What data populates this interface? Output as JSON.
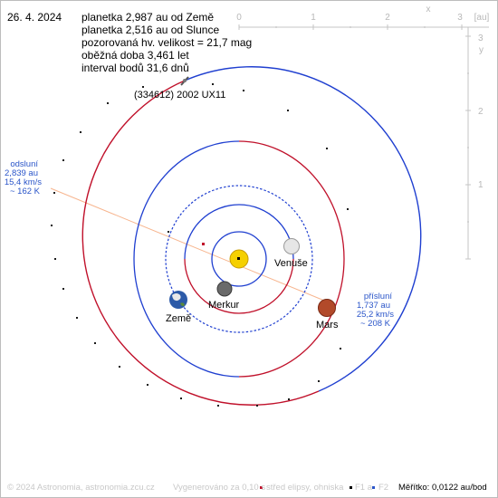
{
  "date": "26. 4. 2024",
  "info": {
    "line1": "planetka 2,987 au od Země",
    "line2": "planetka 2,516 au od Slunce",
    "line3": "pozorovaná hv. velikost = 21,7 mag",
    "line4": "oběžná doba 3,461 let",
    "line5": "interval bodů 31,6 dnů"
  },
  "asteroid_name": "(334612) 2002 UX11",
  "axes": {
    "x_label": "x",
    "unit": "[au]",
    "y_label": "y",
    "x_ticks": [
      "0",
      "1",
      "2",
      "3"
    ],
    "y_ticks": [
      "1",
      "2",
      "3"
    ]
  },
  "aphelion": {
    "title": "odsluní",
    "distance": "2,839 au",
    "speed": "15,4 km/s",
    "temp": "~ 162 K"
  },
  "perihelion": {
    "title": "přísluní",
    "distance": "1,737 au",
    "speed": "25,2 km/s",
    "temp": "~ 208 K"
  },
  "planets": {
    "venus": "Venuše",
    "mercury": "Merkur",
    "earth": "Země",
    "mars": "Mars"
  },
  "footer": {
    "copyright": "© 2024 Astronomia, astronomia.zcu.cz",
    "generated": "Vygenerováno za 0,10 s",
    "legend_center": "střed elipsy, ohniska",
    "legend_f1": "F1 a",
    "legend_f2": "F2",
    "scale": "Měřítko: 0,0122 au/bod"
  },
  "colors": {
    "sun": "#f5d000",
    "orbit_blue": "#1f3fd0",
    "orbit_red": "#c0102a",
    "apsis_line": "#f7b58e",
    "label_blue": "#2a55c9",
    "axis_gray": "#b8b8b8"
  }
}
